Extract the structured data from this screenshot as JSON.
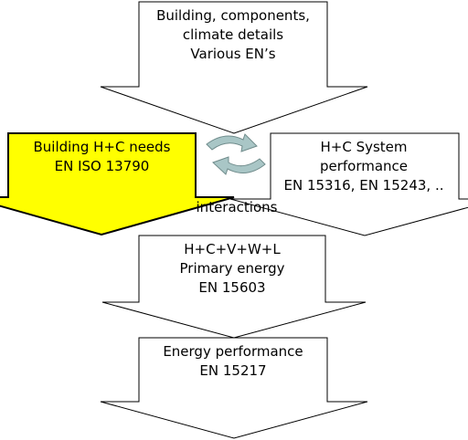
{
  "colors": {
    "highlight_fill": "#ffff00",
    "cycle_arrows": "#a9c6c6",
    "outline": "#000000"
  },
  "steps": [
    {
      "lines": [
        "Building, components,",
        "climate details",
        "Various EN’s"
      ]
    },
    {
      "lines": [
        "Building H+C  needs",
        "EN ISO 13790"
      ]
    },
    {
      "lines": [
        "H+C  System",
        "performance",
        "EN 15316, EN 15243, .."
      ]
    },
    {
      "lines": [
        "H+C+V+W+L",
        "Primary energy",
        "EN 15603"
      ]
    },
    {
      "lines": [
        "Energy performance",
        "EN 15217"
      ]
    }
  ],
  "interaction_label": "interactions",
  "icons": {
    "cycle": "circular-arrows-icon"
  }
}
